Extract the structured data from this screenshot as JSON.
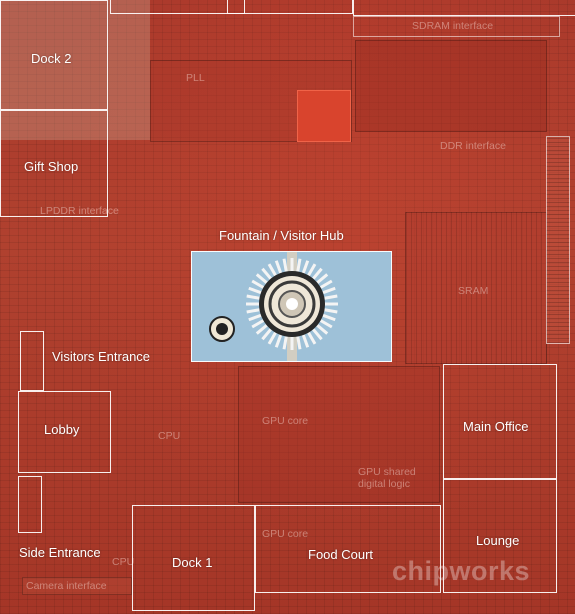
{
  "locations": {
    "dock_2": "Dock 2",
    "gift_shop": "Gift Shop",
    "fountain_hub": "Fountain / Visitor Hub",
    "visitors_entrance": "Visitors Entrance",
    "lobby": "Lobby",
    "main_office": "Main Office",
    "lounge": "Lounge",
    "side_entrance": "Side Entrance",
    "dock_1": "Dock 1",
    "food_court": "Food Court"
  },
  "background_labels": {
    "sdram_interface": "SDRAM interface",
    "ddr_interface": "DDR interface",
    "dram_interface_left": "LPDDR interface",
    "pll": "PLL",
    "sram": "SRAM",
    "cpu": "CPU",
    "gpu_core_top": "GPU core",
    "gpu_shared": "GPU shared digital logic",
    "gpu_core_bottom": "GPU core",
    "cpu_left": "CPU",
    "camera_interface": "Camera interface"
  },
  "watermark": "chipworks",
  "colors": {
    "die": "#b0412f",
    "hub_background": "#9ec1d8",
    "zone_border": "#ffffff"
  }
}
